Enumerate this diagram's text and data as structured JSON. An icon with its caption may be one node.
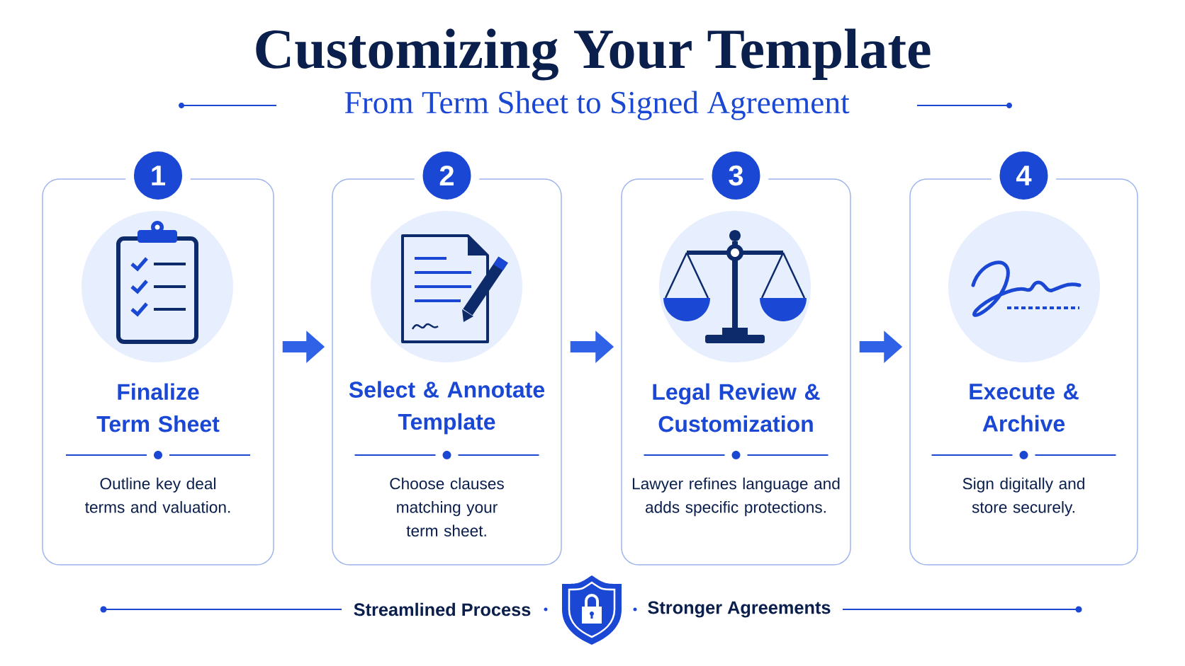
{
  "diagram": {
    "title": "Customizing Your Template",
    "nodes": [
      {
        "text": [
          "1",
          "Finalize Term Sheet",
          "Outline key deal terms and valuation."
        ]
      },
      {
        "text": [
          "2",
          "Select & Annotate Template",
          "Choose clauses matching your term sheet."
        ]
      },
      {
        "text": [
          "3",
          "Legal Review & Customization",
          "Lawyer refines language and adds specific protections."
        ]
      },
      {
        "text": [
          "4",
          "Execute & Archive",
          "Sign digitally and store securely."
        ]
      }
    ],
    "edges": [
      {
        "from": 0,
        "to": 1,
        "arrow": "to"
      },
      {
        "from": 1,
        "to": 2,
        "arrow": "to"
      },
      {
        "from": 2,
        "to": 3,
        "arrow": "to"
      }
    ],
    "labels": [
      "From Term Sheet to Signed Agreement",
      "Streamlined Process",
      "Stronger Agreements"
    ]
  }
}
